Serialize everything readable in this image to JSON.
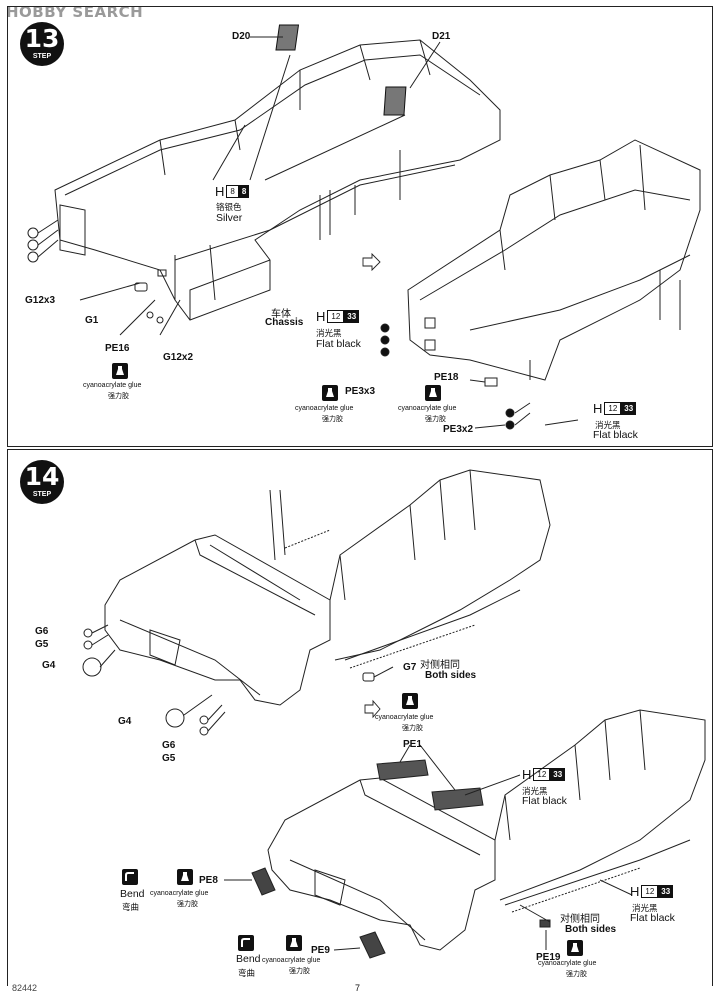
{
  "watermark": "HOBBY SEARCH",
  "step13": {
    "number": "13",
    "label": "STEP",
    "parts": {
      "d20": "D20",
      "d21": "D21",
      "g12x3": "G12x3",
      "g1": "G1",
      "pe16": "PE16",
      "g12x2": "G12x2",
      "pe3x3": "PE3x3",
      "pe18": "PE18",
      "pe3x2": "PE3x2"
    },
    "paint_silver": {
      "h": "H",
      "code1": "8",
      "code2": "8",
      "cn": "铬银色",
      "en": "Silver"
    },
    "chassis": {
      "cn": "车体",
      "en": "Chassis"
    },
    "paint_black1": {
      "h": "H",
      "code1": "12",
      "code2": "33",
      "cn": "消光黑",
      "en": "Flat black"
    },
    "paint_black2": {
      "h": "H",
      "code1": "12",
      "code2": "33",
      "cn": "消光黑",
      "en": "Flat black"
    },
    "glue1": {
      "en": "cyanoacrylate glue",
      "cn": "强力胶"
    },
    "glue2": {
      "en": "cyanoacrylate glue",
      "cn": "强力胶"
    },
    "glue3": {
      "en": "cyanoacrylate glue",
      "cn": "强力胶"
    }
  },
  "step14": {
    "number": "14",
    "label": "STEP",
    "parts": {
      "g6a": "G6",
      "g5a": "G5",
      "g4a": "G4",
      "g7": "G7",
      "g4b": "G4",
      "g6b": "G6",
      "g5b": "G5",
      "pe1": "PE1",
      "pe8": "PE8",
      "pe9": "PE9",
      "pe19": "PE19"
    },
    "both_sides1": {
      "cn": "对侧相同",
      "en": "Both sides"
    },
    "both_sides2": {
      "cn": "对侧相同",
      "en": "Both sides"
    },
    "paint_black1": {
      "h": "H",
      "code1": "12",
      "code2": "33",
      "cn": "消光黑",
      "en": "Flat black"
    },
    "paint_black2": {
      "h": "H",
      "code1": "12",
      "code2": "33",
      "cn": "消光黑",
      "en": "Flat black"
    },
    "glue1": {
      "en": "cyanoacrylate glue",
      "cn": "强力胶"
    },
    "glue2": {
      "en": "cyanoacrylate glue",
      "cn": "强力胶"
    },
    "glue3": {
      "en": "cyanoacrylate glue",
      "cn": "强力胶"
    },
    "glue4": {
      "en": "cyanoacrylate glue",
      "cn": "强力胶"
    },
    "bend1": {
      "en": "Bend",
      "cn": "弯曲"
    },
    "bend2": {
      "en": "Bend",
      "cn": "弯曲"
    }
  },
  "page_code": "82442",
  "page_number": "7"
}
